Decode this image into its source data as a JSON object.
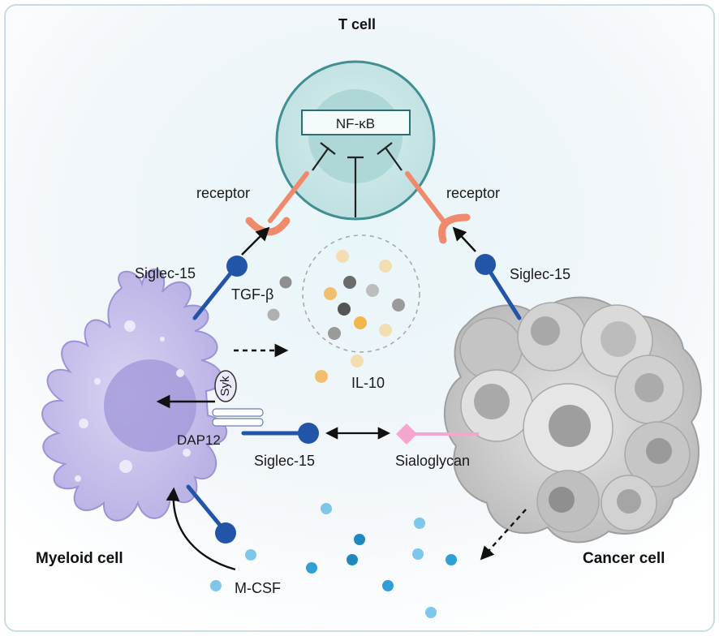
{
  "labels": {
    "t_cell": "T cell",
    "nf_kb": "NF-κB",
    "receptor_left": "receptor",
    "receptor_right": "receptor",
    "siglec_top_left": "Siglec-15",
    "siglec_top_right": "Siglec-15",
    "siglec_center": "Siglec-15",
    "tgf_beta": "TGF-β",
    "il10": "IL-10",
    "syk": "Syk",
    "dap12": "DAP12",
    "sialoglycan": "Sialoglycan",
    "myeloid_cell": "Myeloid cell",
    "cancer_cell": "Cancer cell",
    "m_csf": "M-CSF"
  },
  "colors": {
    "siglec_blue": "#2255a8",
    "receptor_salmon": "#f08a6c",
    "myeloid_purple": "#c9c3ea",
    "tcell_teal": "#cfe9ea",
    "cancer_gray": "#bdbdbd",
    "sialoglycan_pink": "#f4a6cf",
    "mcsf_blue": "#2f9fd6"
  }
}
